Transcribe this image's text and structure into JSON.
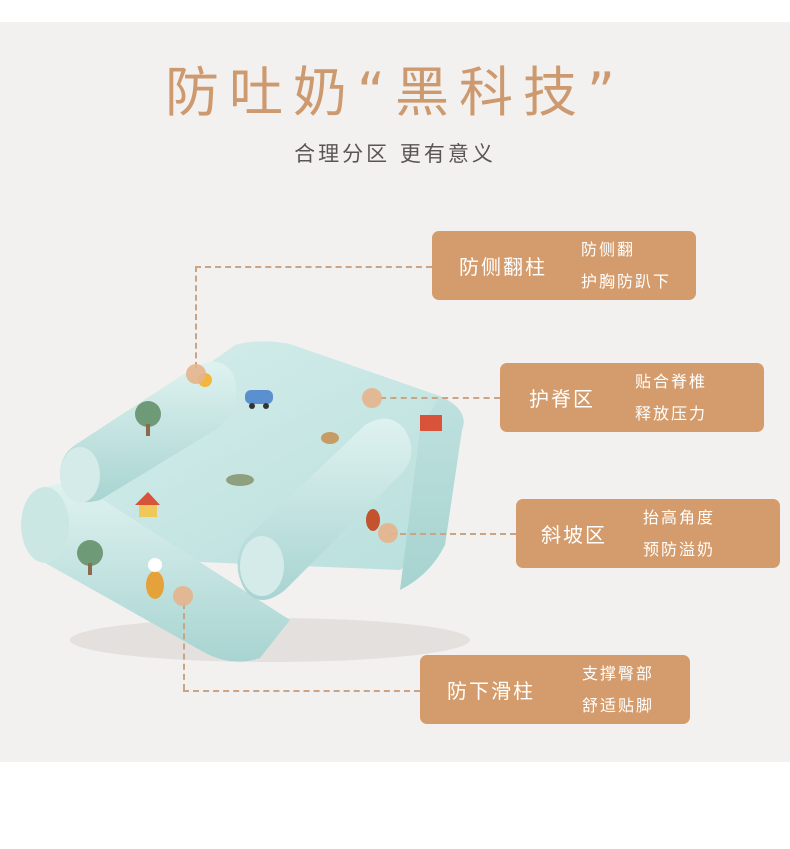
{
  "header": {
    "title": "防吐奶“黑科技”",
    "subtitle": "合理分区 更有意义"
  },
  "features": [
    {
      "name": "防侧翻柱",
      "lines": [
        "防侧翻",
        "护胸防趴下"
      ]
    },
    {
      "name": "护脊区",
      "lines": [
        "贴合脊椎",
        "释放压力"
      ]
    },
    {
      "name": "斜坡区",
      "lines": [
        "抬高角度",
        "预防溢奶"
      ]
    },
    {
      "name": "防下滑柱",
      "lines": [
        "支撑臀部",
        "舒适贴脚"
      ]
    }
  ],
  "colors": {
    "accent": "#d49c6c",
    "title": "#cd9a6f",
    "background": "#f3f1f0",
    "pillow": "#c9e6e3"
  }
}
